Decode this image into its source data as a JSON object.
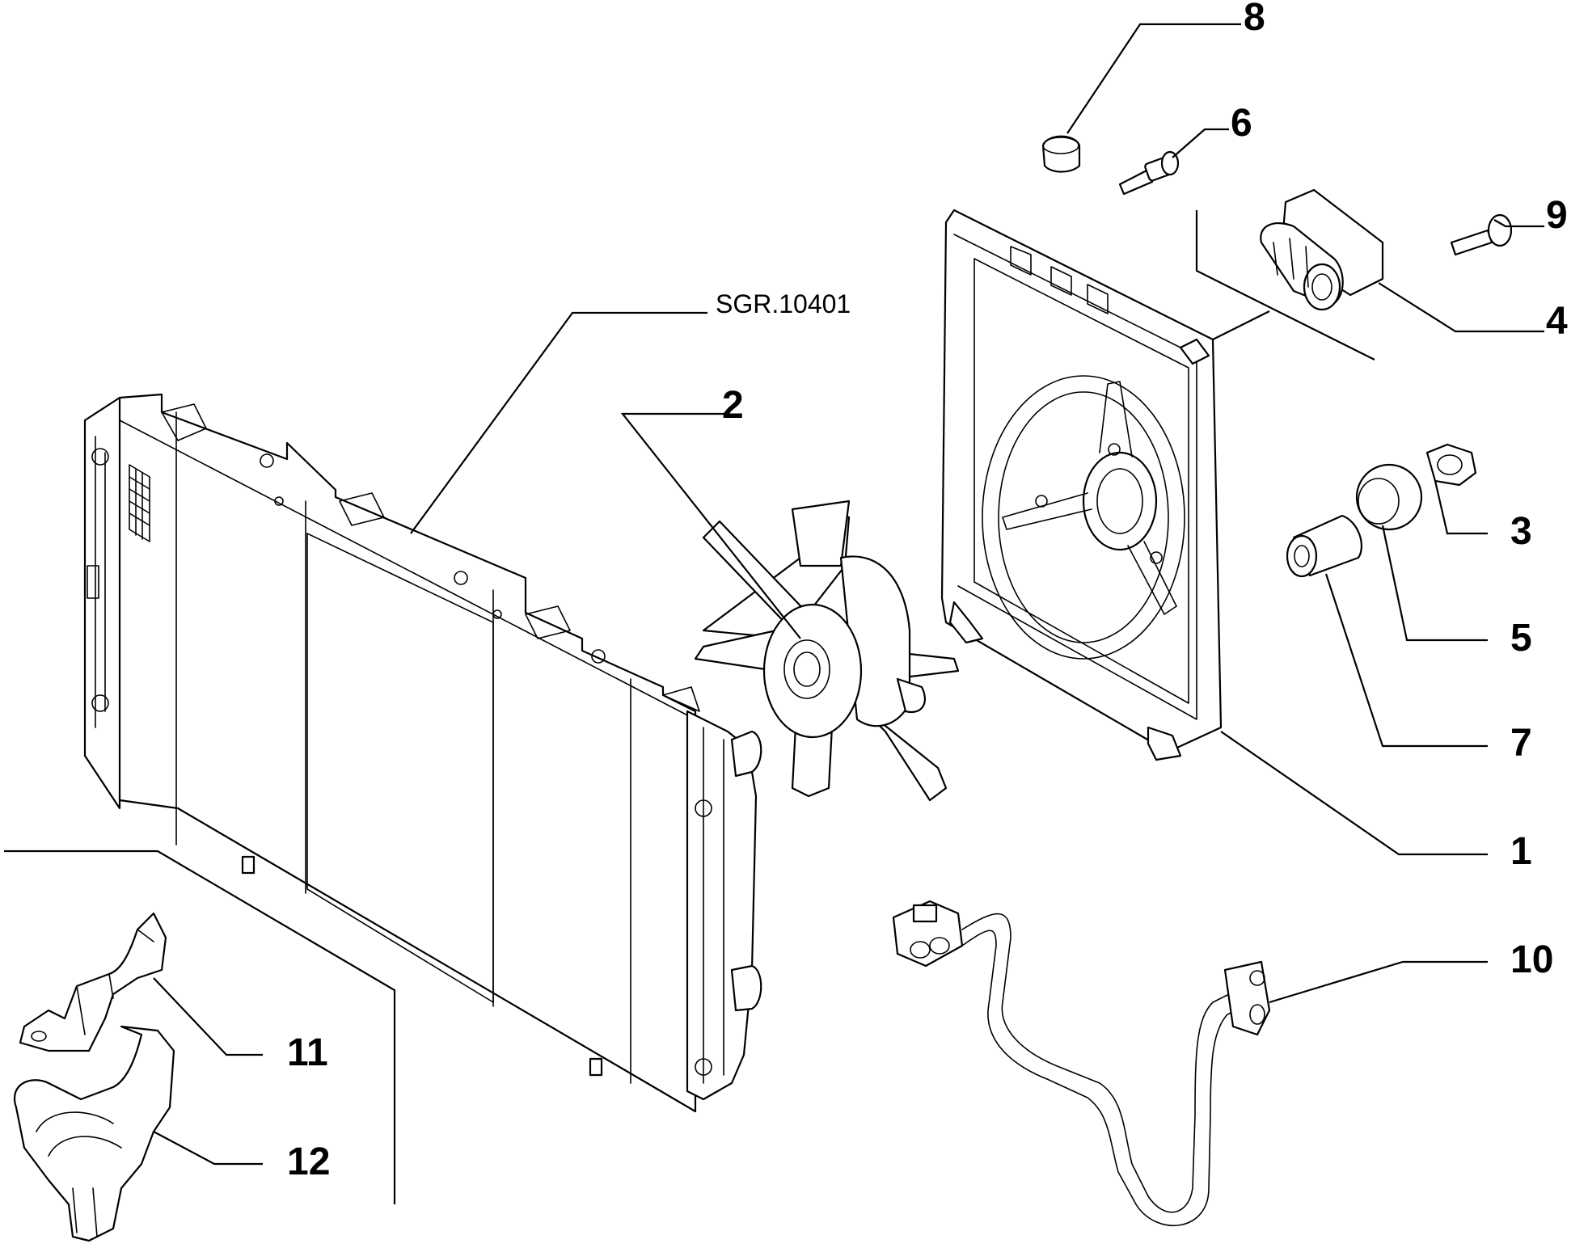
{
  "reference_code": "SGR.10401",
  "callouts": [
    "1",
    "2",
    "3",
    "4",
    "5",
    "6",
    "7",
    "8",
    "9",
    "10",
    "11",
    "12"
  ],
  "colors": {
    "ink": "#000000",
    "paper": "#ffffff"
  }
}
